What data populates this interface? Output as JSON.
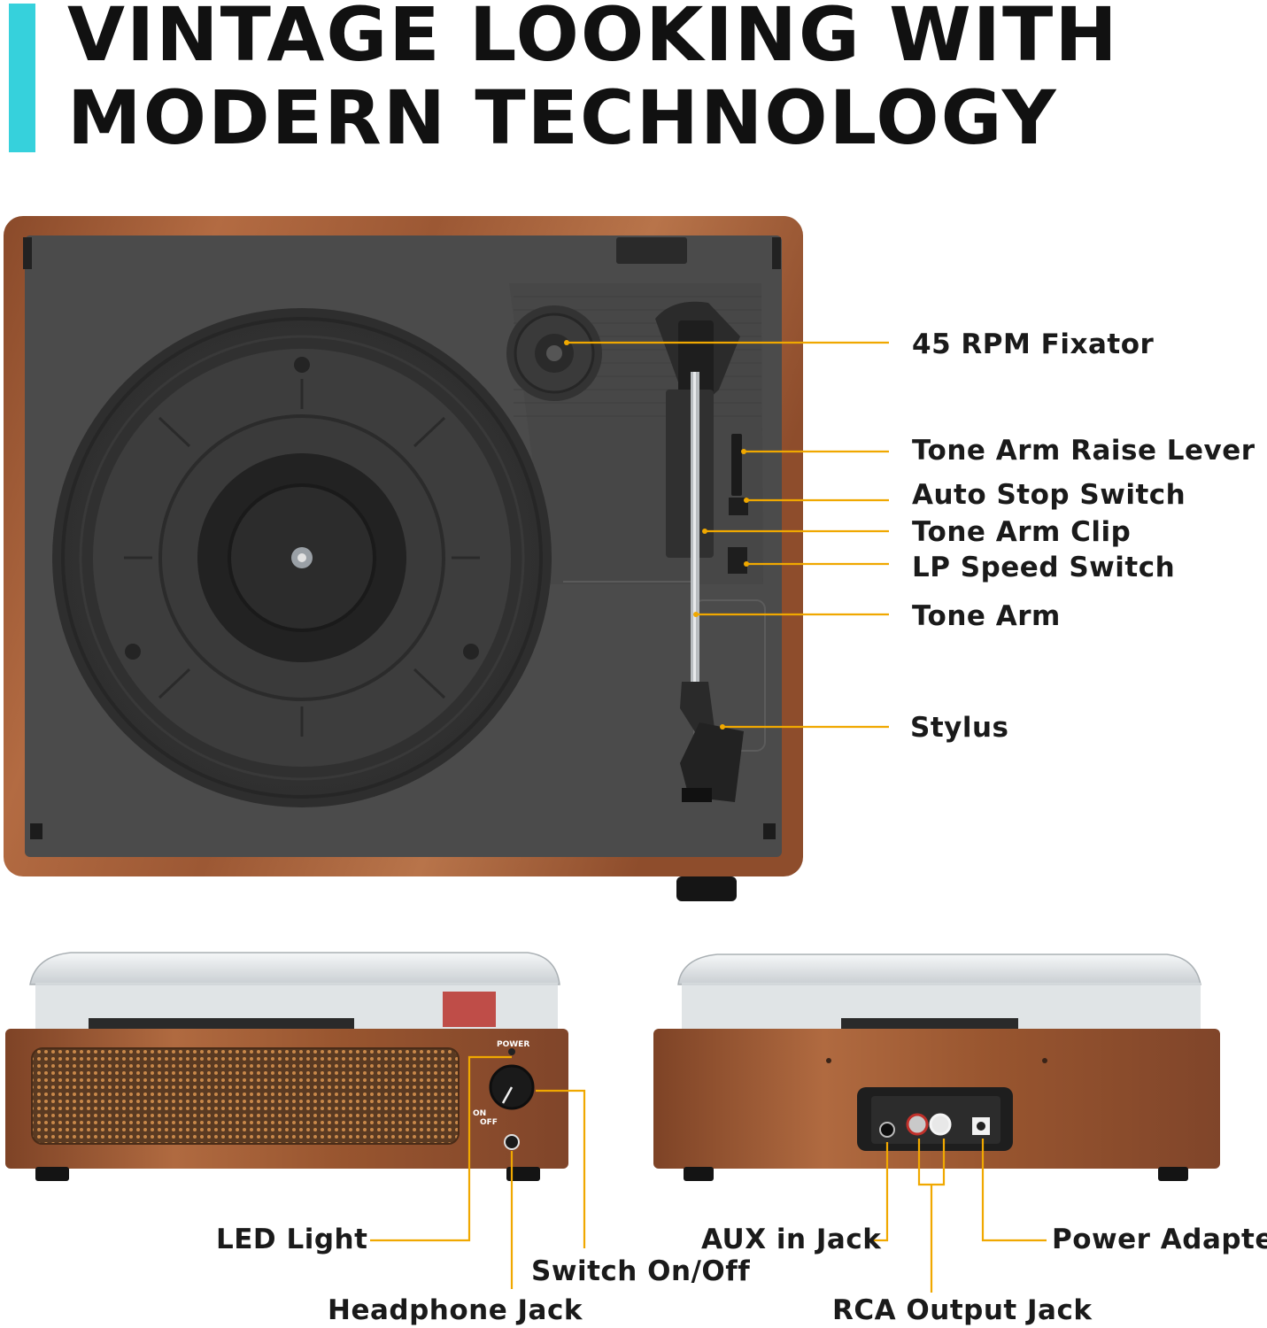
{
  "headline": {
    "line1": "VINTAGE LOOKING WITH",
    "line2": "MODERN TECHNOLOGY"
  },
  "top_view_labels": {
    "fixator": "45 RPM Fixator",
    "raise_lever": "Tone Arm Raise Lever",
    "auto_stop": "Auto Stop Switch",
    "arm_clip": "Tone Arm Clip",
    "speed_switch": "LP Speed Switch",
    "tone_arm": "Tone Arm",
    "stylus": "Stylus"
  },
  "front_view_labels": {
    "led_light": "LED Light",
    "switch": "Switch On/Off",
    "headphone": "Headphone Jack",
    "power_marking": "POWER",
    "on_marking": "ON",
    "off_marking": "OFF"
  },
  "rear_view_labels": {
    "aux": "AUX in Jack",
    "power_adapter": "Power Adapter",
    "rca": "RCA Output Jack"
  },
  "colors": {
    "accent": "#36d1dc",
    "callout_line": "#f0a800",
    "wood": "#a8613a",
    "deck": "#4a4a4a"
  }
}
